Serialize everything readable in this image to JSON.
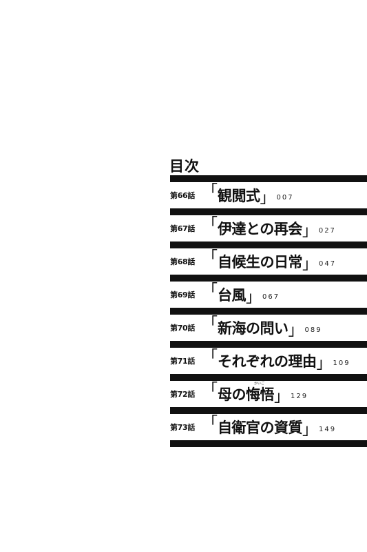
{
  "toc": {
    "title": "目次",
    "entries": [
      {
        "episode": "第66話",
        "title": "観閲式",
        "page": "007"
      },
      {
        "episode": "第67話",
        "title": "伊達との再会",
        "page": "027"
      },
      {
        "episode": "第68話",
        "title": "自候生の日常",
        "page": "047"
      },
      {
        "episode": "第69話",
        "title": "台風",
        "page": "067"
      },
      {
        "episode": "第70話",
        "title": "新海の問い",
        "page": "089"
      },
      {
        "episode": "第71話",
        "title": "それぞれの理由",
        "page": "109"
      },
      {
        "episode": "第72話",
        "title": "母の悔悟",
        "page": "129",
        "ruby": "かいご"
      },
      {
        "episode": "第73話",
        "title": "自衛官の資質",
        "page": "149"
      }
    ]
  },
  "brackets": {
    "open": "「",
    "close": "」"
  }
}
